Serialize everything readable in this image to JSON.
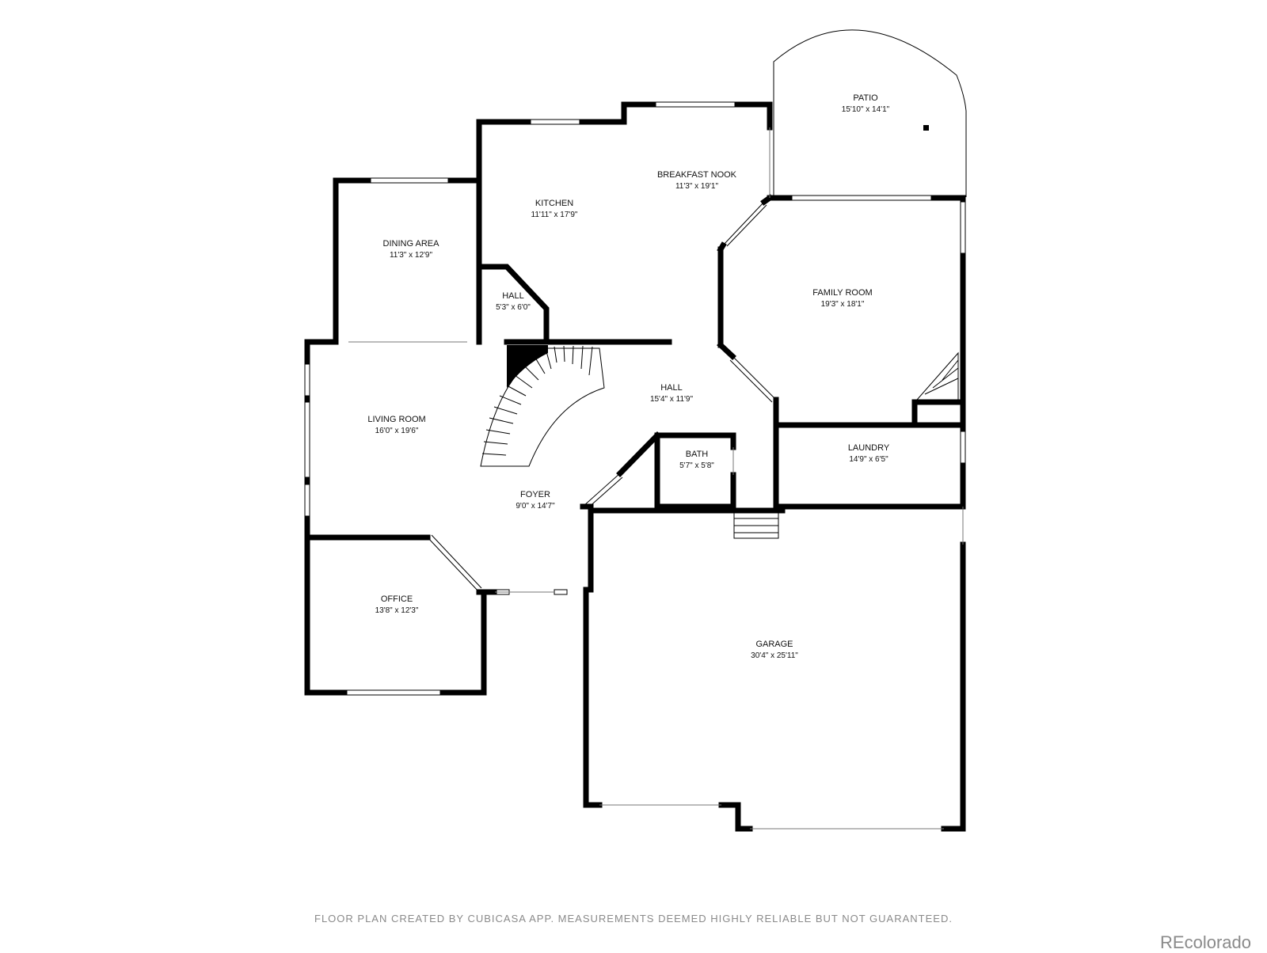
{
  "rooms": [
    {
      "key": "patio",
      "name": "PATIO",
      "dims": "15'10\" x 14'1\""
    },
    {
      "key": "breakfast_nook",
      "name": "BREAKFAST NOOK",
      "dims": "11'3\" x 19'1\""
    },
    {
      "key": "kitchen",
      "name": "KITCHEN",
      "dims": "11'11\" x 17'9\""
    },
    {
      "key": "dining_area",
      "name": "DINING AREA",
      "dims": "11'3\" x 12'9\""
    },
    {
      "key": "hall_small",
      "name": "HALL",
      "dims": "5'3\" x 6'0\""
    },
    {
      "key": "family_room",
      "name": "FAMILY ROOM",
      "dims": "19'3\" x 18'1\""
    },
    {
      "key": "hall_main",
      "name": "HALL",
      "dims": "15'4\" x 11'9\""
    },
    {
      "key": "living_room",
      "name": "LIVING ROOM",
      "dims": "16'0\" x 19'6\""
    },
    {
      "key": "bath",
      "name": "BATH",
      "dims": "5'7\" x 5'8\""
    },
    {
      "key": "laundry",
      "name": "LAUNDRY",
      "dims": "14'9\" x 6'5\""
    },
    {
      "key": "foyer",
      "name": "FOYER",
      "dims": "9'0\" x 14'7\""
    },
    {
      "key": "office",
      "name": "OFFICE",
      "dims": "13'8\" x 12'3\""
    },
    {
      "key": "garage",
      "name": "GARAGE",
      "dims": "30'4\" x 25'11\""
    }
  ],
  "footer": {
    "disclaimer": "FLOOR PLAN CREATED BY CUBICASA APP. MEASUREMENTS DEEMED HIGHLY RELIABLE BUT NOT GUARANTEED.",
    "brand": "REcolorado"
  },
  "colors": {
    "wall": "#000000",
    "text": "#111111",
    "footer_text": "#8a8a8a",
    "background": "#ffffff"
  }
}
